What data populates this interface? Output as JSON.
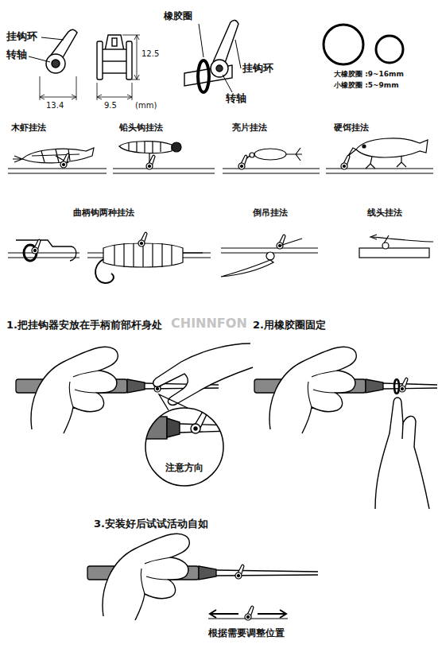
{
  "diagram": {
    "nodes": [
      {
        "text": [
          "注意方向"
        ]
      }
    ],
    "labels": [
      "挂钩环",
      "转轴",
      "12.5",
      "13.4",
      "9.5",
      "(mm)",
      "橡胶圈",
      "挂钩环",
      "转轴",
      "大橡胶圈 :9~16mm",
      "小橡胶圈 :5~9mm",
      "木虾挂法",
      "铅头钩挂法",
      "亮片挂法",
      "硬饵挂法",
      "曲柄钩两种挂法",
      "倒吊挂法",
      "线头挂法",
      "1.把挂钩器安放在手柄前部杆身处",
      "CHINNFON",
      "2.用橡胶圈固定",
      "3.安装好后试试活动自如",
      "根据需要调整位置"
    ]
  }
}
